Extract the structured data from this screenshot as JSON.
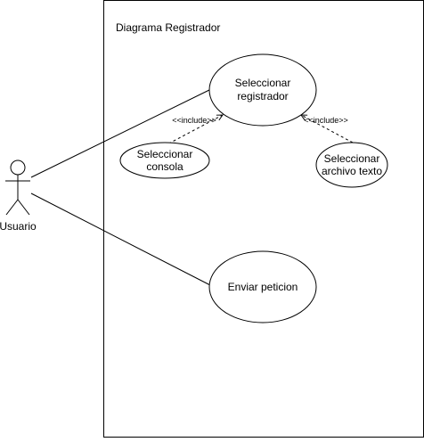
{
  "diagram": {
    "title": "Diagrama  Registrador",
    "actor": {
      "label": "Usuario"
    },
    "use_cases": {
      "seleccionar_registrador": [
        "Seleccionar",
        "registrador"
      ],
      "seleccionar_consola": [
        "Seleccionar",
        "consola"
      ],
      "seleccionar_archivo_texto": [
        "Seleccionar",
        "archivo texto"
      ],
      "enviar_peticion": [
        "Enviar peticion"
      ]
    },
    "relations": {
      "include_left": "<<include>>",
      "include_right": "<<include>>"
    }
  }
}
